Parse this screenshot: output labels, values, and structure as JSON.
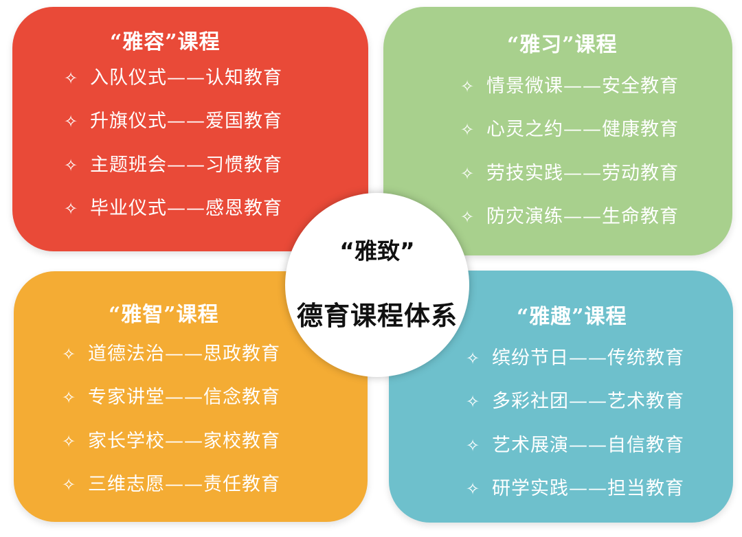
{
  "center": {
    "line1": "“雅致”",
    "line2": "德育课程体系"
  },
  "quadrants": [
    {
      "title": "“雅容”课程",
      "items": [
        "入队仪式——认知教育",
        "升旗仪式——爱国教育",
        "主题班会——习惯教育",
        "毕业仪式——感恩教育"
      ]
    },
    {
      "title": "“雅习”课程",
      "items": [
        "情景微课——安全教育",
        "心灵之约——健康教育",
        "劳技实践——劳动教育",
        "防灾演练——生命教育"
      ]
    },
    {
      "title": "“雅智”课程",
      "items": [
        "道德法治——思政教育",
        "专家讲堂——信念教育",
        "家长学校——家校教育",
        "三维志愿——责任教育"
      ]
    },
    {
      "title": "“雅趣”课程",
      "items": [
        "缤纷节日——传统教育",
        "多彩社团——艺术教育",
        "艺术展演——自信教育",
        "研学实践——担当教育"
      ]
    }
  ],
  "colors": {
    "yarong": "#e94a38",
    "yaxi": "#a8d08d",
    "yazhi": "#f4ac34",
    "yaqu": "#6ec0cc"
  },
  "icons": {
    "bullet": "diamond-star-icon"
  }
}
